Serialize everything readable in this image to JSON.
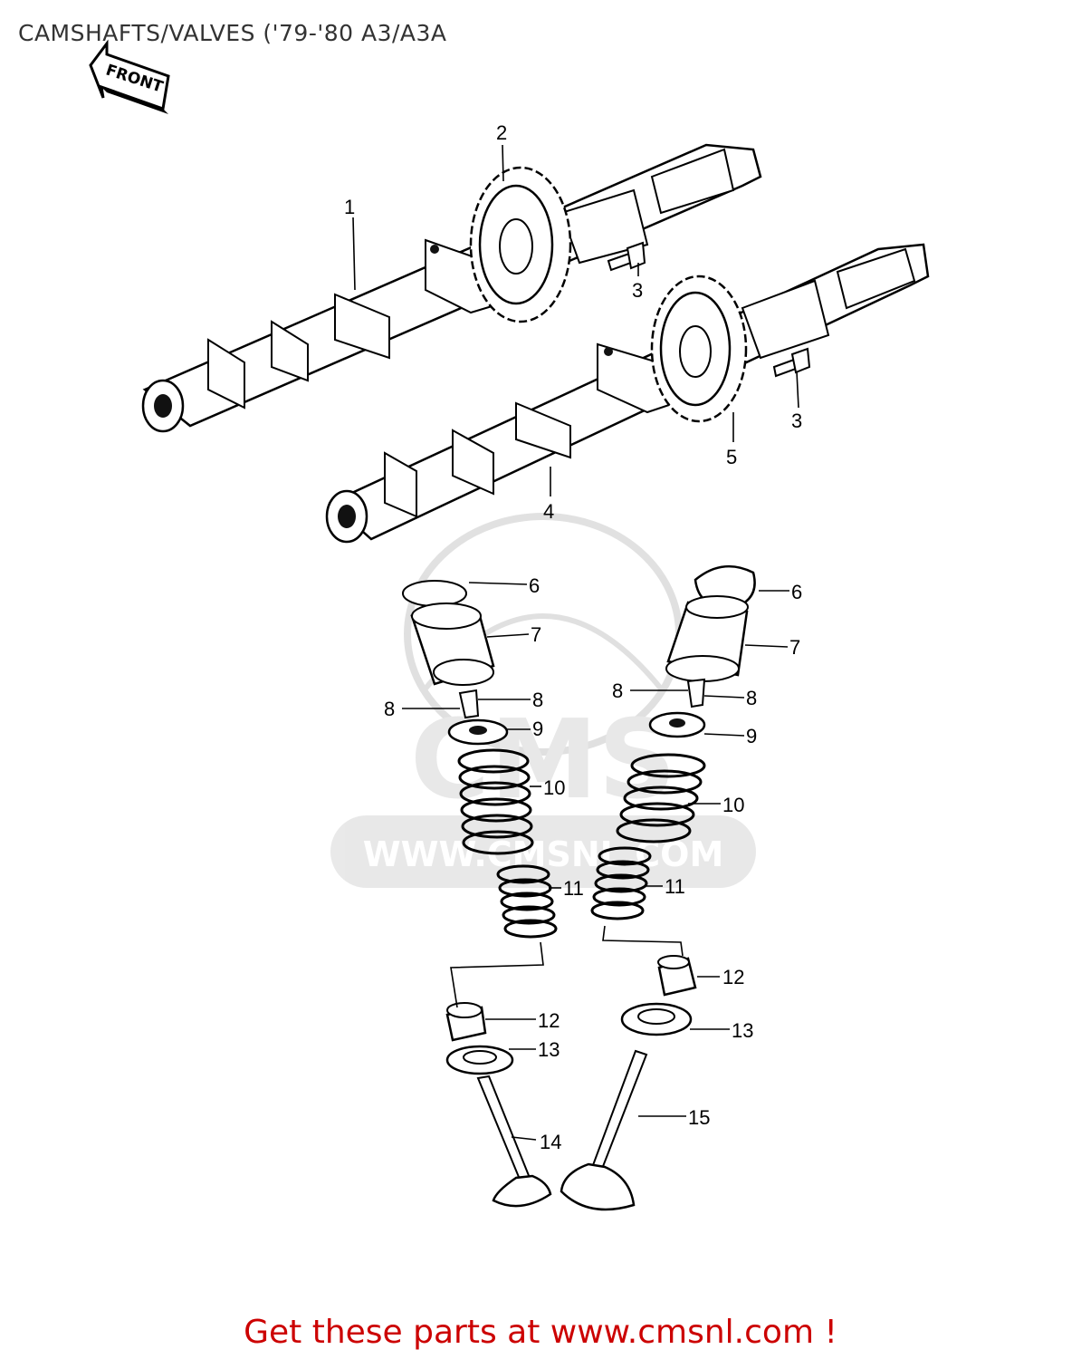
{
  "title": "CAMSHAFTS/VALVES ('79-'80 A3/A3A",
  "front_arrow": "FRONT",
  "watermark": {
    "text": "WWW.CMSNL.COM",
    "logo_text": "CMS"
  },
  "callouts": [
    {
      "id": "c1",
      "text": "1"
    },
    {
      "id": "c2",
      "text": "2"
    },
    {
      "id": "c3a",
      "text": "3"
    },
    {
      "id": "c3b",
      "text": "3"
    },
    {
      "id": "c4",
      "text": "4"
    },
    {
      "id": "c5",
      "text": "5"
    },
    {
      "id": "c6a",
      "text": "6"
    },
    {
      "id": "c6b",
      "text": "6"
    },
    {
      "id": "c7a",
      "text": "7"
    },
    {
      "id": "c7b",
      "text": "7"
    },
    {
      "id": "c8a",
      "text": "8"
    },
    {
      "id": "c8b",
      "text": "8"
    },
    {
      "id": "c8c",
      "text": "8"
    },
    {
      "id": "c8d",
      "text": "8"
    },
    {
      "id": "c9a",
      "text": "9"
    },
    {
      "id": "c9b",
      "text": "9"
    },
    {
      "id": "c10a",
      "text": "10"
    },
    {
      "id": "c10b",
      "text": "10"
    },
    {
      "id": "c11a",
      "text": "11"
    },
    {
      "id": "c11b",
      "text": "11"
    },
    {
      "id": "c12a",
      "text": "12"
    },
    {
      "id": "c12b",
      "text": "12"
    },
    {
      "id": "c13a",
      "text": "13"
    },
    {
      "id": "c13b",
      "text": "13"
    },
    {
      "id": "c14",
      "text": "14"
    },
    {
      "id": "c15",
      "text": "15"
    }
  ],
  "footer": "Get these parts at www.cmsnl.com !"
}
